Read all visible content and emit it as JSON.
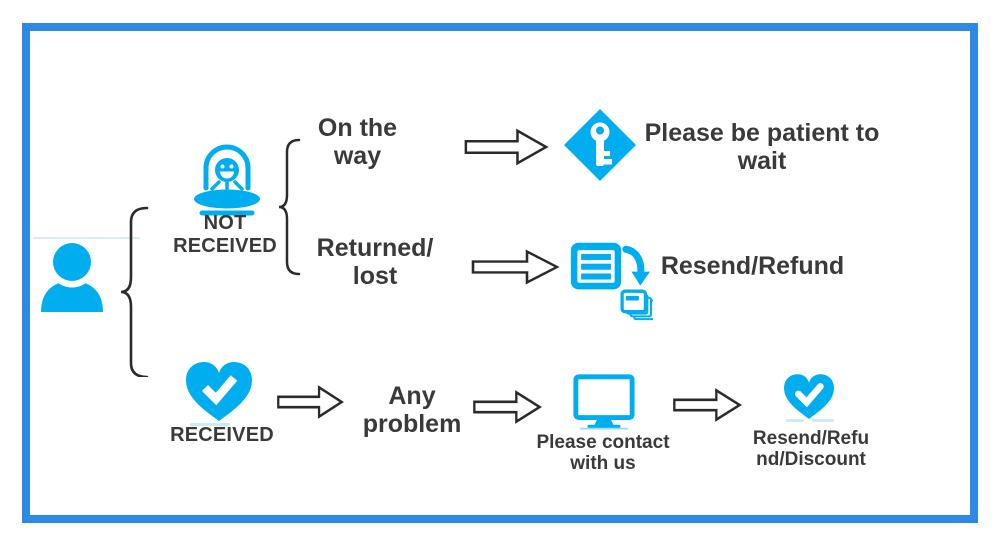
{
  "colors": {
    "accent_cyan": "#00AEEF",
    "frame_blue": "#2E89E5",
    "text_dark": "#3A3A3A",
    "arrow_outline": "#2B2B2B"
  },
  "flow": {
    "customer_icon": "person-icon",
    "not_received": {
      "label": "NOT\nRECEIVED",
      "icon": "alien-ufo-icon",
      "branches": [
        {
          "condition": "On the\nway",
          "result_icon": "key-diamond-icon",
          "result": "Please be patient to\nwait"
        },
        {
          "condition": "Returned/\nlost",
          "result_icon": "resend-documents-icon",
          "result": "Resend/Refund"
        }
      ]
    },
    "received": {
      "label": "RECEIVED",
      "icon": "heart-check-icon",
      "condition": "Any\nproblem",
      "contact_icon": "monitor-icon",
      "contact_label": "Please contact\nwith us",
      "result_icon": "heart-check-icon",
      "result": "Resend/Refu\nnd/Discount"
    }
  }
}
